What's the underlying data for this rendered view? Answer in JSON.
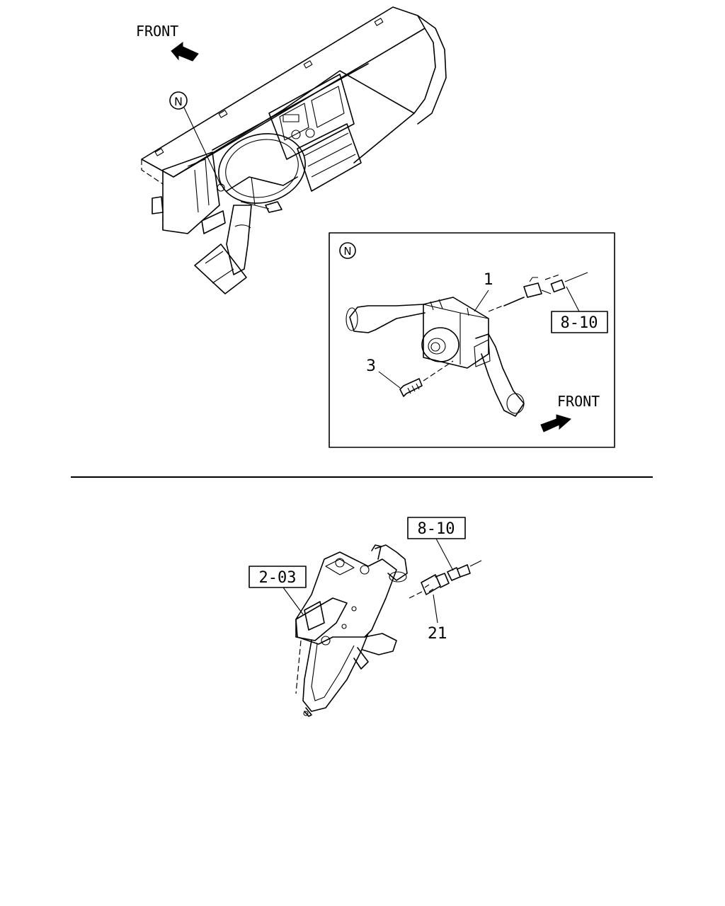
{
  "labels": {
    "front_top": "FRONT",
    "front_inset": "FRONT",
    "callout_n_main": "N",
    "callout_n_inset": "N",
    "part_1": "1",
    "part_3": "3",
    "ref_8_10_inset": "8-10",
    "ref_8_10_lower": "8-10",
    "ref_2_03": "2-03",
    "part_21": "21"
  }
}
